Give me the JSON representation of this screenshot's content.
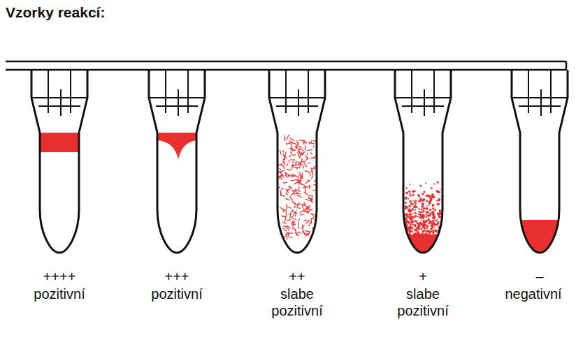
{
  "diagram": {
    "title": "Vzorky reakcí:",
    "labels": [
      "++++",
      "pozitivní",
      "+++",
      "pozitivní",
      "++",
      "slabe pozitivní",
      "+",
      "slabe pozitivní",
      "–",
      "negativní"
    ]
  }
}
